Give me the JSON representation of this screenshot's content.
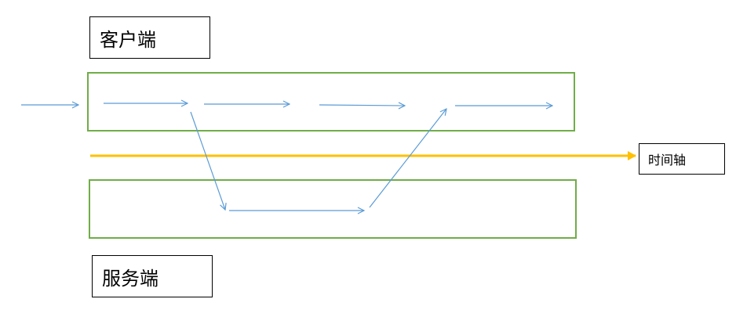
{
  "labels": {
    "client": "客户端",
    "server": "服务端",
    "timeline": "时间轴"
  },
  "colors": {
    "lane_border": "#70ad47",
    "arrow": "#5b9bd5",
    "timeline": "#ffc000",
    "label_border": "#000000"
  }
}
